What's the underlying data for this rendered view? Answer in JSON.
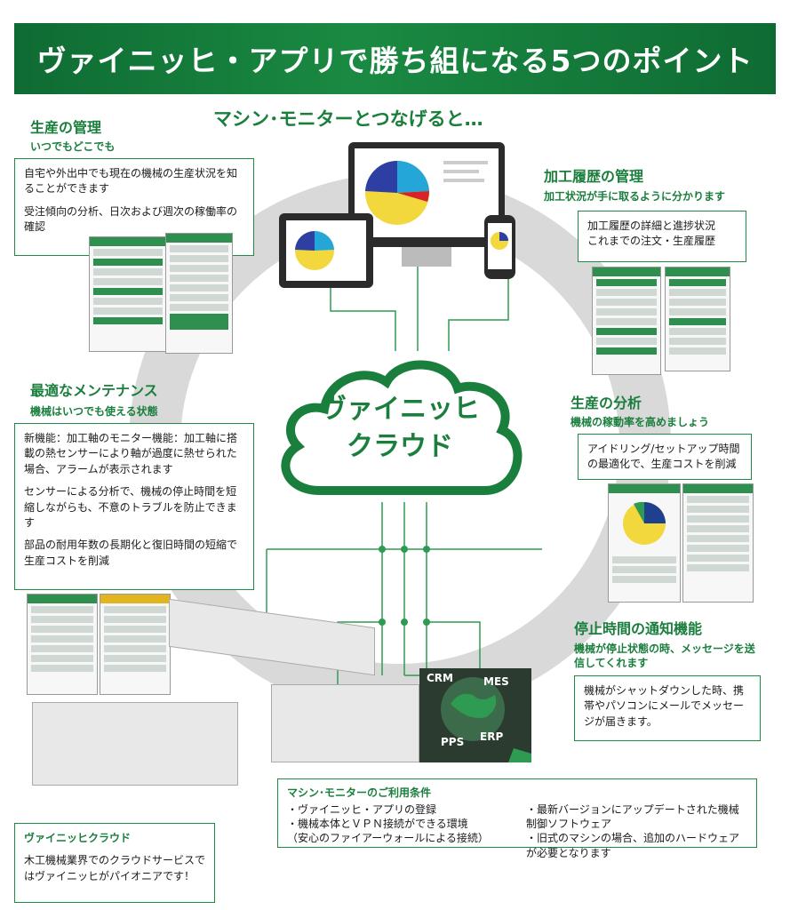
{
  "header": {
    "title": "ヴァイニッヒ・アプリで勝ち組になる5つのポイント"
  },
  "subtitle": "マシン･モニターとつなげると…",
  "cloud": {
    "line1": "ヴァイニッヒ",
    "line2": "クラウド"
  },
  "sections": {
    "production_mgmt": {
      "title": "生産の管理",
      "sub": "いつでもどこでも",
      "p1": "自宅や外出中でも現在の機械の生産状況を知ることができます",
      "p2": "受注傾向の分析、日次および週次の稼働率の確認"
    },
    "history_mgmt": {
      "title": "加工履歴の管理",
      "sub": "加工状況が手に取るように分かります",
      "p1": "加工履歴の詳細と進捗状況",
      "p2": "これまでの注文・生産履歴"
    },
    "maintenance": {
      "title": "最適なメンテナンス",
      "sub": "機械はいつでも使える状態",
      "p1": "新機能：加工軸のモニター機能：加工軸に搭載の熱センサーにより軸が過度に熱せられた場合、アラームが表示されます",
      "p2": "センサーによる分析で、機械の停止時間を短縮しながらも、不意のトラブルを防止できます",
      "p3": "部品の耐用年数の長期化と復旧時間の短縮で生産コストを削減"
    },
    "analysis": {
      "title": "生産の分析",
      "sub": "機械の稼動率を高めましょう",
      "p1": "アイドリング/セットアップ時間の最適化で、生産コストを削減"
    },
    "downtime": {
      "title": "停止時間の通知機能",
      "sub": "機械が停止状態の時、メッセージを送信してくれます",
      "p1": "機械がシャットダウンした時、携帯やパソコンにメールでメッセージが届きます。"
    },
    "cloud_info": {
      "title": "ヴァイニッヒクラウド",
      "p1": "木工機械業界でのクラウドサービスではヴァイニッヒがパイオニアです！"
    }
  },
  "conditions": {
    "title": "マシン･モニターのご利用条件",
    "left": [
      "・ヴァイニッヒ・アプリの登録",
      "・機械本体とＶＰＮ接続ができる環境",
      "（安心のファイアーウォールによる接続）"
    ],
    "right": [
      "・最新バージョンにアップデートされた機械制御ソフトウェア",
      "・旧式のマシンの場合、追加のハードウェアが必要となります"
    ]
  },
  "globe_labels": {
    "crm": "CRM",
    "mes": "MES",
    "pps": "PPS",
    "erp": "ERP"
  },
  "colors": {
    "brand_green": "#1a7e3c",
    "ring_gray": "#d9d9d9"
  }
}
